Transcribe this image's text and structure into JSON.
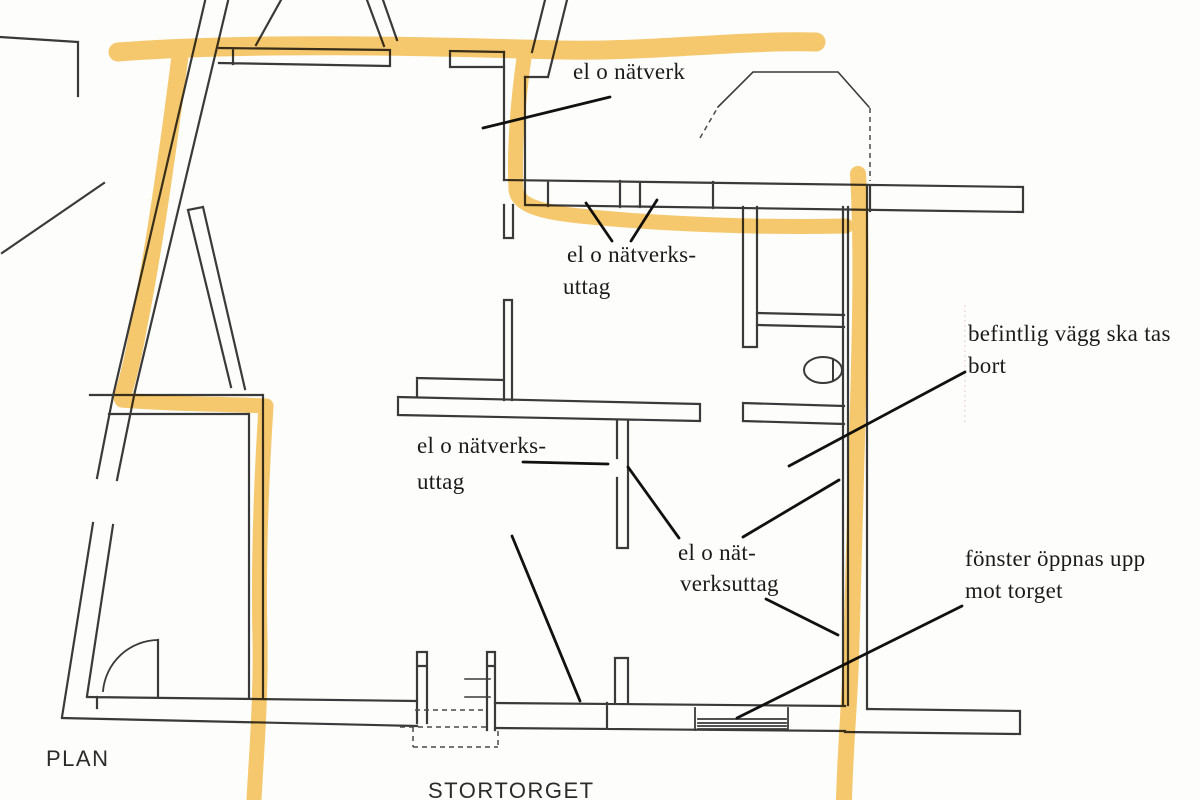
{
  "document": {
    "type": "scanned-floor-plan",
    "caption_plan": "PLAN",
    "caption_street": "STORTORGET"
  },
  "labels": {
    "network_top": {
      "line1": "el o nätverk"
    },
    "outlet_upper": {
      "line1": "el o nätverks-",
      "line2": "uttag"
    },
    "outlet_mid": {
      "line1": "el o nätverks-",
      "line2": "uttag"
    },
    "outlet_right": {
      "line1": "el o nät-",
      "line2": "verksuttag"
    },
    "wall_removal": {
      "line1": "befintlig vägg ska tas",
      "line2": "bort"
    },
    "window_opening": {
      "line1": "fönster öppnas upp",
      "line2": "mot torget"
    }
  },
  "colors": {
    "highlighter": "#F6BE4F",
    "wall_ink": "#3a3a3a",
    "leader_ink": "#111111",
    "annotation_ink": "#1b1b1b",
    "paper": "#fdfdfb"
  }
}
